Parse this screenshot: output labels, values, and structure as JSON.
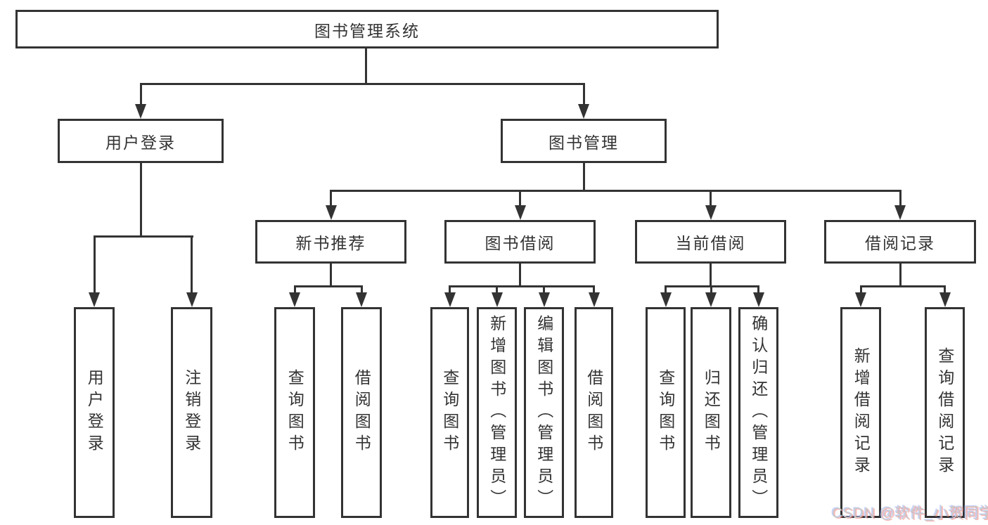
{
  "tree": {
    "label": "图书管理系统",
    "children": [
      {
        "label": "用户登录",
        "children": [
          {
            "label": "用户登录"
          },
          {
            "label": "注销登录"
          }
        ]
      },
      {
        "label": "图书管理",
        "children": [
          {
            "label": "新书推荐",
            "children": [
              {
                "label": "查询图书"
              },
              {
                "label": "借阅图书"
              }
            ]
          },
          {
            "label": "图书借阅",
            "children": [
              {
                "label": "查询图书"
              },
              {
                "label": "新增图书（管理员）"
              },
              {
                "label": "编辑图书（管理员）"
              },
              {
                "label": "借阅图书"
              }
            ]
          },
          {
            "label": "当前借阅",
            "children": [
              {
                "label": "查询图书"
              },
              {
                "label": "归还图书"
              },
              {
                "label": "确认归还（管理员）"
              }
            ]
          },
          {
            "label": "借阅记录",
            "children": [
              {
                "label": "新增借阅记录"
              },
              {
                "label": "查询借阅记录"
              }
            ]
          }
        ]
      }
    ]
  },
  "watermark": {
    "text": "CSDN @软件_小贺同学"
  },
  "colors": {
    "line": "#333333",
    "background": "#ffffff",
    "watermark_text": "#cacaca"
  }
}
